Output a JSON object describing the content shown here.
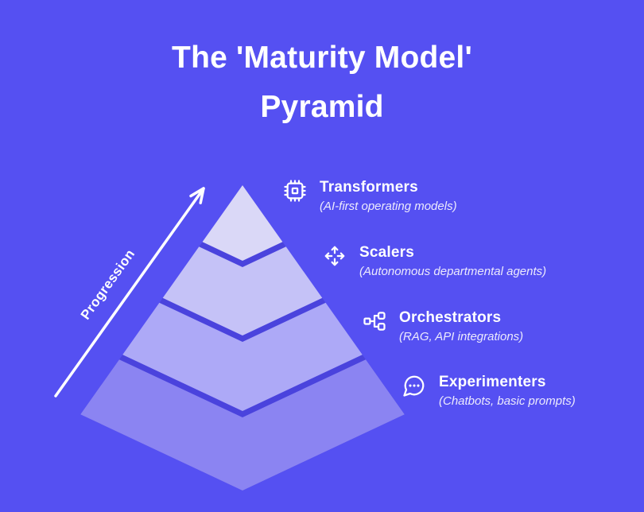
{
  "title": {
    "line1": "The 'Maturity Model'",
    "line2": "Pyramid"
  },
  "arrow": {
    "label": "Progression"
  },
  "levels": [
    {
      "name": "Transformers",
      "subtitle": "(AI-first operating models)",
      "icon": "cpu-chip-icon",
      "color": "#dad8f7"
    },
    {
      "name": "Scalers",
      "subtitle": "(Autonomous departmental agents)",
      "icon": "move-arrows-icon",
      "color": "#c5c2f7"
    },
    {
      "name": "Orchestrators",
      "subtitle": "(RAG, API integrations)",
      "icon": "workflow-nodes-icon",
      "color": "#ada9f7"
    },
    {
      "name": "Experimenters",
      "subtitle": "(Chatbots, basic prompts)",
      "icon": "chat-bubble-icon",
      "color": "#8b84f2"
    }
  ],
  "colors": {
    "background": "#5550f2",
    "layer_divider": "#4a43dd",
    "text": "#ffffff"
  }
}
